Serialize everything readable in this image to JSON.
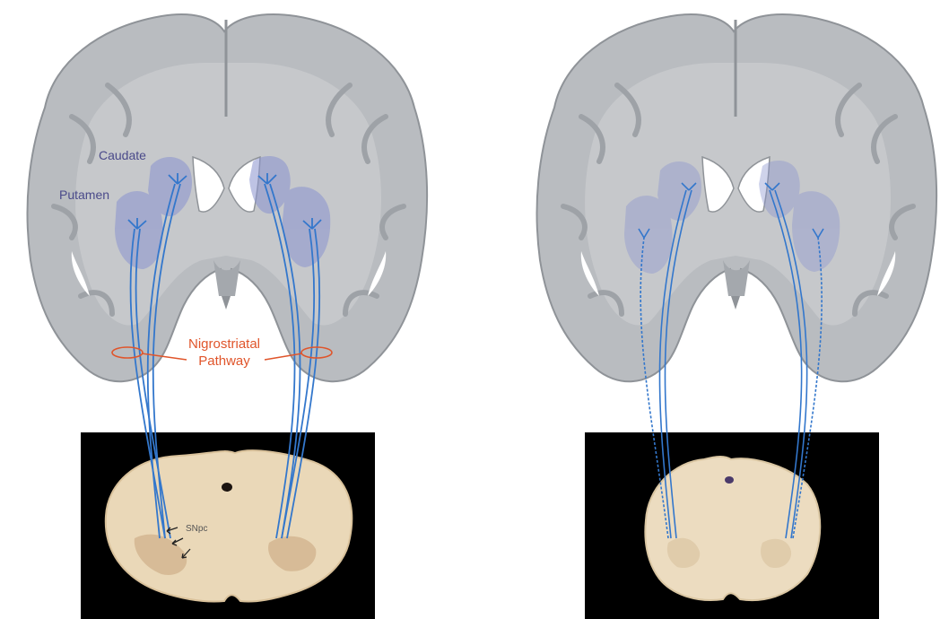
{
  "labels": {
    "caudate": "Caudate",
    "putamen": "Putamen",
    "pathway_line1": "Nigrostriatal",
    "pathway_line2": "Pathway",
    "snpc": "SNpc"
  },
  "colors": {
    "brain_fill": "#b9bcc0",
    "brain_inner": "#a4a8ad",
    "white_matter": "#c6c8cb",
    "striatum": "#8a93cf",
    "fiber": "#3377cc",
    "label_blue": "#4a4a8a",
    "label_red": "#e0552b",
    "midbrain_bg": "#000000",
    "midbrain_tissue": "#ead8b8"
  }
}
